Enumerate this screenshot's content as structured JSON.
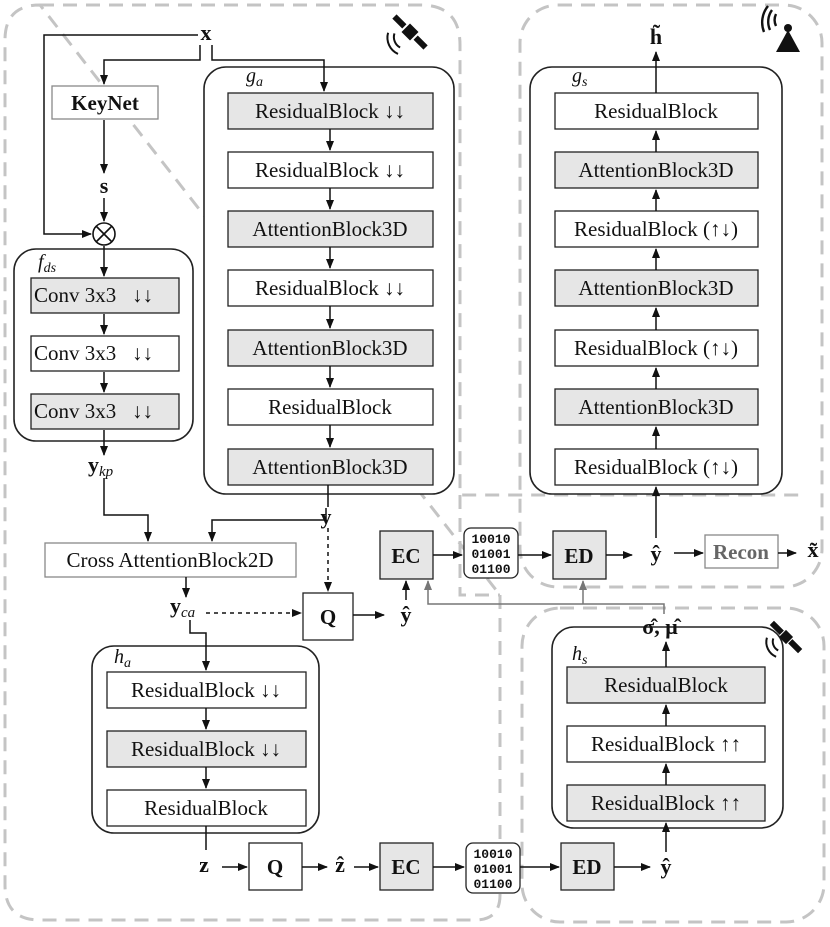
{
  "inputs": {
    "x": "x",
    "s": "s",
    "z": "z"
  },
  "keynet": {
    "label": "KeyNet"
  },
  "groups": {
    "ga": "g",
    "ga_sub": "a",
    "gs": "g",
    "gs_sub": "s",
    "fds": "f",
    "fds_sub": "ds",
    "ha": "h",
    "ha_sub": "a",
    "hs": "h",
    "hs_sub": "s"
  },
  "ga_blocks": [
    "ResidualBlock ↓↓",
    "ResidualBlock ↓↓",
    "AttentionBlock3D",
    "ResidualBlock ↓↓",
    "AttentionBlock3D",
    "ResidualBlock",
    "AttentionBlock3D"
  ],
  "fds_blocks": [
    "Conv 3x3   ↓↓",
    "Conv 3x3   ↓↓",
    "Conv 3x3   ↓↓"
  ],
  "gs_blocks": [
    "ResidualBlock",
    "AttentionBlock3D",
    "ResidualBlock (↑↓)",
    "AttentionBlock3D",
    "ResidualBlock (↑↓)",
    "AttentionBlock3D",
    "ResidualBlock (↑↓)"
  ],
  "ha_blocks": [
    "ResidualBlock ↓↓",
    "ResidualBlock ↓↓",
    "ResidualBlock"
  ],
  "hs_blocks": [
    "ResidualBlock",
    "ResidualBlock ↑↑",
    "ResidualBlock ↑↑"
  ],
  "cross_attention": "Cross AttentionBlock2D",
  "ops": {
    "ec": "EC",
    "ed": "ED",
    "q": "Q",
    "recon": "Recon"
  },
  "vars": {
    "y_kp": "y",
    "y_kp_sub": "kp",
    "y": "y",
    "y_ca": "y",
    "y_ca_sub": "ca",
    "y_hat": "ŷ",
    "z_hat": "ẑ",
    "h_tilde": "h̃",
    "x_tilde": "x̃",
    "sigma_mu": "σ̂, μ̂"
  },
  "bitstream": [
    "10010",
    "01001",
    "01100"
  ],
  "icons": [
    "satellite-icon",
    "ground-station-icon",
    "satellite-dish-icon"
  ]
}
